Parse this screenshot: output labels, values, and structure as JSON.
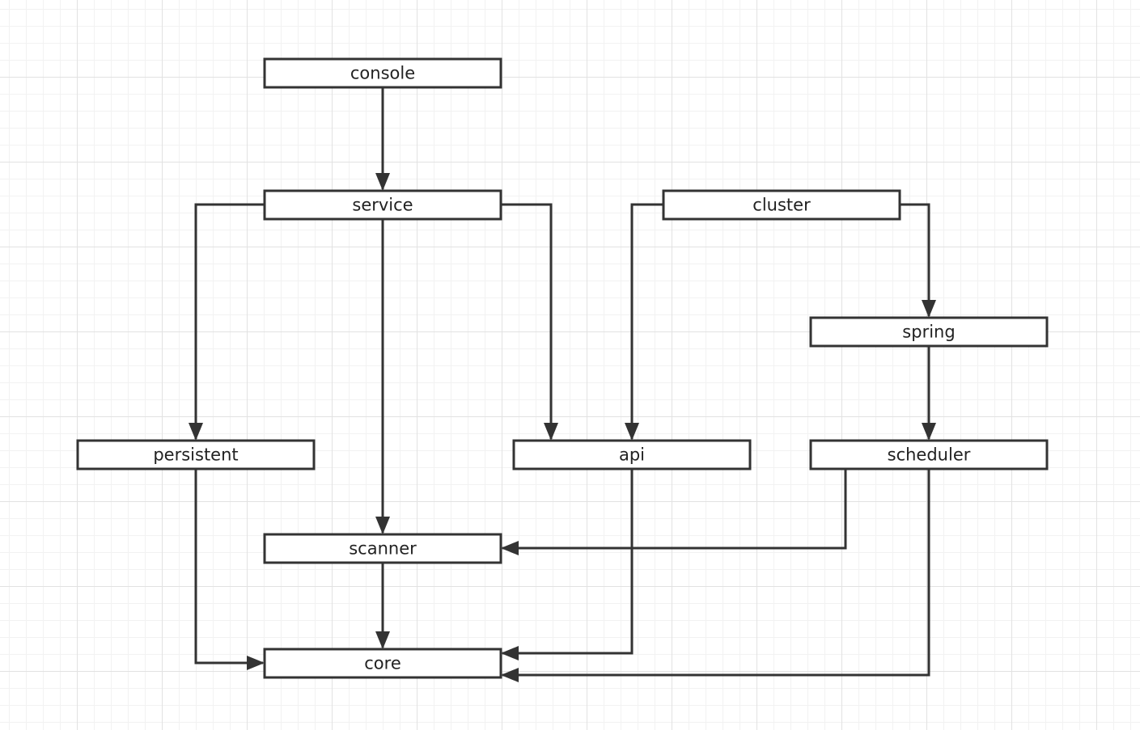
{
  "diagram": {
    "type": "dependency-graph",
    "nodes": [
      {
        "id": "console",
        "label": "console"
      },
      {
        "id": "service",
        "label": "service"
      },
      {
        "id": "cluster",
        "label": "cluster"
      },
      {
        "id": "spring",
        "label": "spring"
      },
      {
        "id": "persistent",
        "label": "persistent"
      },
      {
        "id": "api",
        "label": "api"
      },
      {
        "id": "scheduler",
        "label": "scheduler"
      },
      {
        "id": "scanner",
        "label": "scanner"
      },
      {
        "id": "core",
        "label": "core"
      }
    ],
    "edges": [
      {
        "from": "console",
        "to": "service"
      },
      {
        "from": "service",
        "to": "persistent"
      },
      {
        "from": "service",
        "to": "scanner"
      },
      {
        "from": "service",
        "to": "api"
      },
      {
        "from": "cluster",
        "to": "api"
      },
      {
        "from": "cluster",
        "to": "spring"
      },
      {
        "from": "spring",
        "to": "scheduler"
      },
      {
        "from": "scheduler",
        "to": "scanner"
      },
      {
        "from": "scheduler",
        "to": "core"
      },
      {
        "from": "persistent",
        "to": "core"
      },
      {
        "from": "scanner",
        "to": "core"
      },
      {
        "from": "api",
        "to": "core"
      }
    ],
    "colors": {
      "stroke": "#333333",
      "node_fill": "#ffffff",
      "text": "#222222",
      "grid_minor": "#f2f2f2",
      "grid_major": "#e2e2e2"
    }
  }
}
